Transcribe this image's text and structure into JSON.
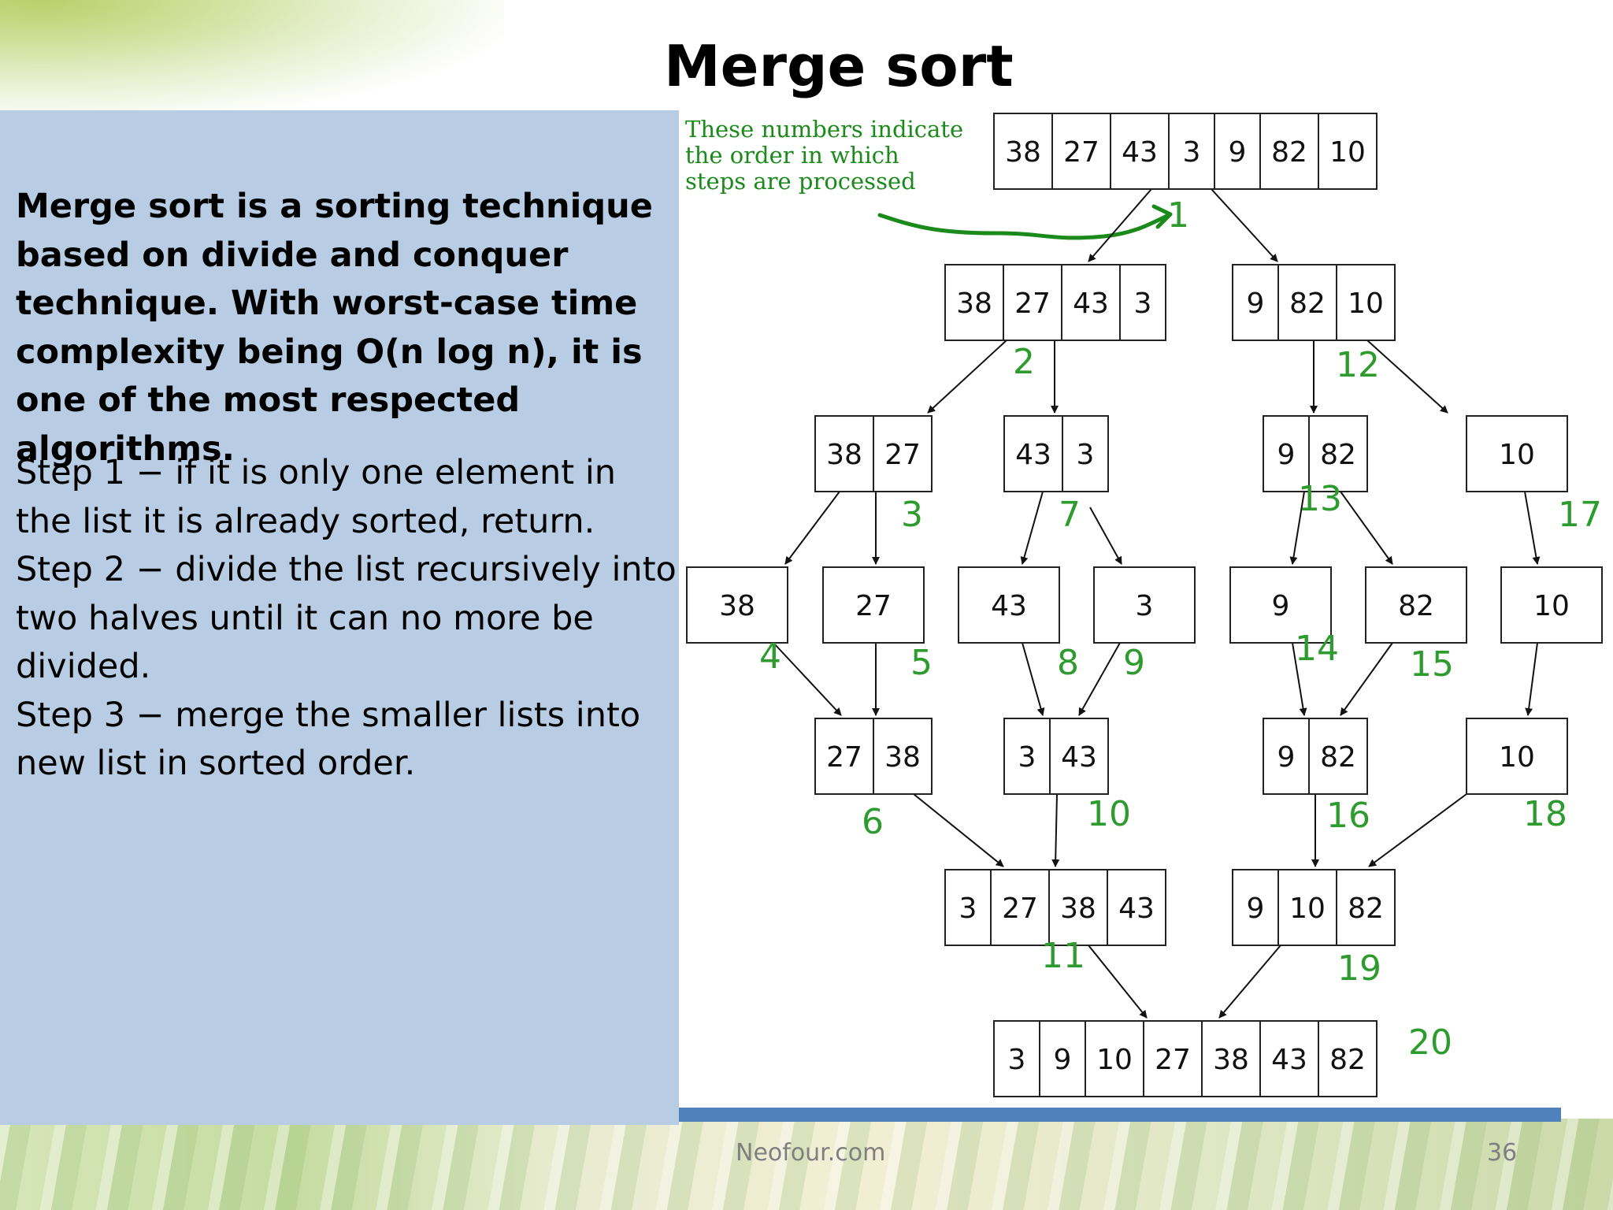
{
  "slide": {
    "title": "Merge sort",
    "intro": "Merge sort is a sorting technique based on divide and conquer technique. With worst-case time complexity being O(n log n), it is one of the most respected algorithms.",
    "steps": [
      "Step 1 − if it is only one element in the list it is already sorted, return.",
      "Step 2 − divide the list recursively into two halves until it can no more be divided.",
      "Step 3 − merge the smaller lists into new list in sorted order."
    ],
    "footer_site": "Neofour.com",
    "page_number": "36"
  },
  "diagram": {
    "annotation": [
      "These numbers indicate",
      "the order in which",
      "steps are processed"
    ],
    "colors": {
      "annotation": "#1a8a1a",
      "step_number": "#2e9b2e",
      "box_border": "#222222",
      "arrow": "#111111"
    },
    "boxes": [
      {
        "id": "root",
        "values": [
          "38",
          "27",
          "43",
          "3",
          "9",
          "82",
          "10"
        ]
      },
      {
        "id": "L",
        "values": [
          "38",
          "27",
          "43",
          "3"
        ]
      },
      {
        "id": "R",
        "values": [
          "9",
          "82",
          "10"
        ]
      },
      {
        "id": "LL",
        "values": [
          "38",
          "27"
        ]
      },
      {
        "id": "LR",
        "values": [
          "43",
          "3"
        ]
      },
      {
        "id": "RL",
        "values": [
          "9",
          "82"
        ]
      },
      {
        "id": "RR",
        "values": [
          "10"
        ]
      },
      {
        "id": "a38",
        "values": [
          "38"
        ]
      },
      {
        "id": "a27",
        "values": [
          "27"
        ]
      },
      {
        "id": "a43",
        "values": [
          "43"
        ]
      },
      {
        "id": "a3",
        "values": [
          "3"
        ]
      },
      {
        "id": "a9",
        "values": [
          "9"
        ]
      },
      {
        "id": "a82",
        "values": [
          "82"
        ]
      },
      {
        "id": "a10",
        "values": [
          "10"
        ]
      },
      {
        "id": "m1",
        "values": [
          "27",
          "38"
        ]
      },
      {
        "id": "m2",
        "values": [
          "3",
          "43"
        ]
      },
      {
        "id": "m3",
        "values": [
          "9",
          "82"
        ]
      },
      {
        "id": "m4",
        "values": [
          "10"
        ]
      },
      {
        "id": "mL",
        "values": [
          "3",
          "27",
          "38",
          "43"
        ]
      },
      {
        "id": "mR",
        "values": [
          "9",
          "10",
          "82"
        ]
      },
      {
        "id": "final",
        "values": [
          "3",
          "9",
          "10",
          "27",
          "38",
          "43",
          "82"
        ]
      }
    ],
    "step_numbers": [
      "1",
      "2",
      "3",
      "4",
      "5",
      "6",
      "7",
      "8",
      "9",
      "10",
      "11",
      "12",
      "13",
      "14",
      "15",
      "16",
      "17",
      "18",
      "19",
      "20"
    ]
  }
}
